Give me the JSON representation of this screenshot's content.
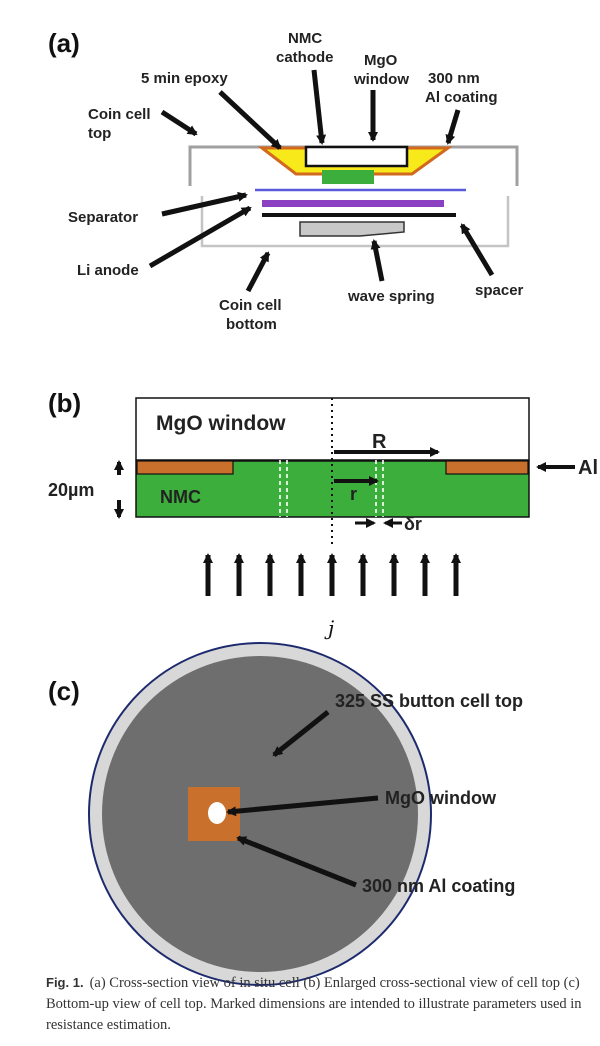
{
  "panel_a": {
    "panel_label": "(a)",
    "labels": {
      "nmc_cathode_1": "NMC",
      "nmc_cathode_2": "cathode",
      "mgo_window_1": "MgO",
      "mgo_window_2": "window",
      "epoxy": "5 min epoxy",
      "al_coating_1": "300 nm",
      "al_coating_2": "Al coating",
      "coin_top_1": "Coin cell",
      "coin_top_2": "top",
      "separator": "Separator",
      "li_anode": "Li anode",
      "coin_bottom_1": "Coin cell",
      "coin_bottom_2": "bottom",
      "wave_spring": "wave spring",
      "spacer": "spacer"
    }
  },
  "panel_b": {
    "panel_label": "(b)",
    "labels": {
      "mgo_window": "MgO window",
      "radius": "R",
      "al": "Al",
      "thickness": "20µm",
      "nmc": "NMC",
      "r": "r",
      "dr": "δr",
      "current": "j"
    }
  },
  "panel_c": {
    "panel_label": "(c)",
    "labels": {
      "ss_top": "325 SS button cell top",
      "mgo_window": "MgO window",
      "al_coating": "300 nm Al coating"
    }
  },
  "caption": {
    "tag": "Fig. 1.",
    "text": "(a) Cross-section view of in situ cell (b) Enlarged cross-sectional view of cell top (c) Bottom-up view of cell top. Marked dimensions are intended to illustrate parameters used in resistance estimation."
  },
  "colors": {
    "epoxy": "#f7e91a",
    "al": "#d2691e",
    "nmc": "#3cae3c",
    "separator": "#5a5adc",
    "li_anode": "#8a40c0",
    "casing": "#a0a0a0",
    "ss_top": "#6e6e6e",
    "rim": "#1e2a6e"
  }
}
